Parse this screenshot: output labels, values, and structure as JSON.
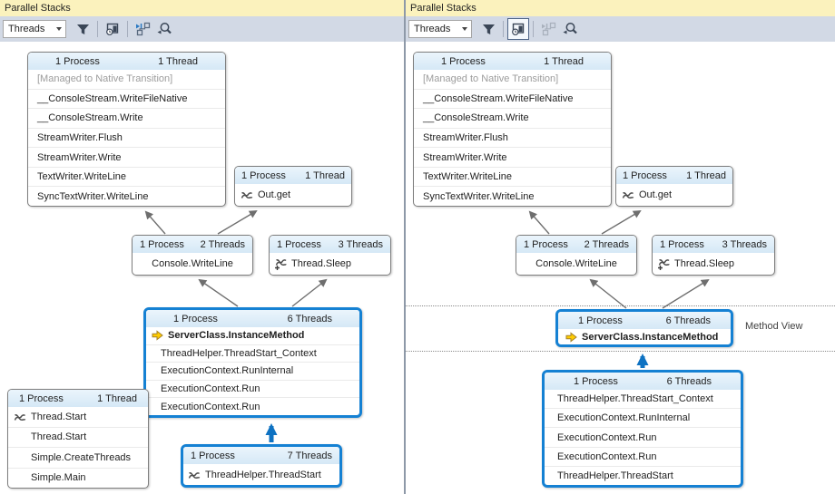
{
  "colors": {
    "title_bar_bg": "#FBF2BD",
    "toolbar_bg": "#D2D9E5",
    "box_header_bg": "#DCEBF8",
    "selection_blue": "#1581D3",
    "arrow_gray": "#6E6E6E",
    "current_frame_arrow_yellow": "#FFCC00",
    "muted_text": "#9C9C9C"
  },
  "left": {
    "title": "Parallel Stacks",
    "toolbar": {
      "view_combo": "Threads"
    },
    "stack_box": {
      "process": "1 Process",
      "threads": "1 Thread",
      "frames": [
        "[Managed to Native Transition]",
        "__ConsoleStream.WriteFileNative",
        "__ConsoleStream.Write",
        "StreamWriter.Flush",
        "StreamWriter.Write",
        "TextWriter.WriteLine",
        "SyncTextWriter.WriteLine"
      ]
    },
    "outget_box": {
      "process": "1 Process",
      "threads": "1 Thread",
      "frame": "Out.get"
    },
    "console_box": {
      "process": "1 Process",
      "threads": "2 Threads",
      "frame": "Console.WriteLine"
    },
    "sleep_box": {
      "process": "1 Process",
      "threads": "3 Threads",
      "frame": "Thread.Sleep"
    },
    "server_box": {
      "process": "1 Process",
      "threads": "6 Threads",
      "current_frame": "ServerClass.InstanceMethod",
      "frames": [
        "ThreadHelper.ThreadStart_Context",
        "ExecutionContext.RunInternal",
        "ExecutionContext.Run",
        "ExecutionContext.Run"
      ]
    },
    "main_box": {
      "process": "1 Process",
      "threads": "1 Thread",
      "frames": [
        "Thread.Start",
        "Thread.Start",
        "Simple.CreateThreads",
        "Simple.Main"
      ]
    },
    "threadstart_box": {
      "process": "1 Process",
      "threads": "7 Threads",
      "frame": "ThreadHelper.ThreadStart"
    }
  },
  "right": {
    "title": "Parallel Stacks",
    "toolbar": {
      "view_combo": "Threads"
    },
    "stack_box": {
      "process": "1 Process",
      "threads": "1 Thread",
      "frames": [
        "[Managed to Native Transition]",
        "__ConsoleStream.WriteFileNative",
        "__ConsoleStream.Write",
        "StreamWriter.Flush",
        "StreamWriter.Write",
        "TextWriter.WriteLine",
        "SyncTextWriter.WriteLine"
      ]
    },
    "outget_box": {
      "process": "1 Process",
      "threads": "1 Thread",
      "frame": "Out.get"
    },
    "console_box": {
      "process": "1 Process",
      "threads": "2 Threads",
      "frame": "Console.WriteLine"
    },
    "sleep_box": {
      "process": "1 Process",
      "threads": "3 Threads",
      "frame": "Thread.Sleep"
    },
    "method_box": {
      "process": "1 Process",
      "threads": "6 Threads",
      "current_frame": "ServerClass.InstanceMethod"
    },
    "method_view_label": "Method View",
    "callers_box": {
      "process": "1 Process",
      "threads": "6 Threads",
      "frames": [
        "ThreadHelper.ThreadStart_Context",
        "ExecutionContext.RunInternal",
        "ExecutionContext.Run",
        "ExecutionContext.Run",
        "ThreadHelper.ThreadStart"
      ]
    }
  }
}
